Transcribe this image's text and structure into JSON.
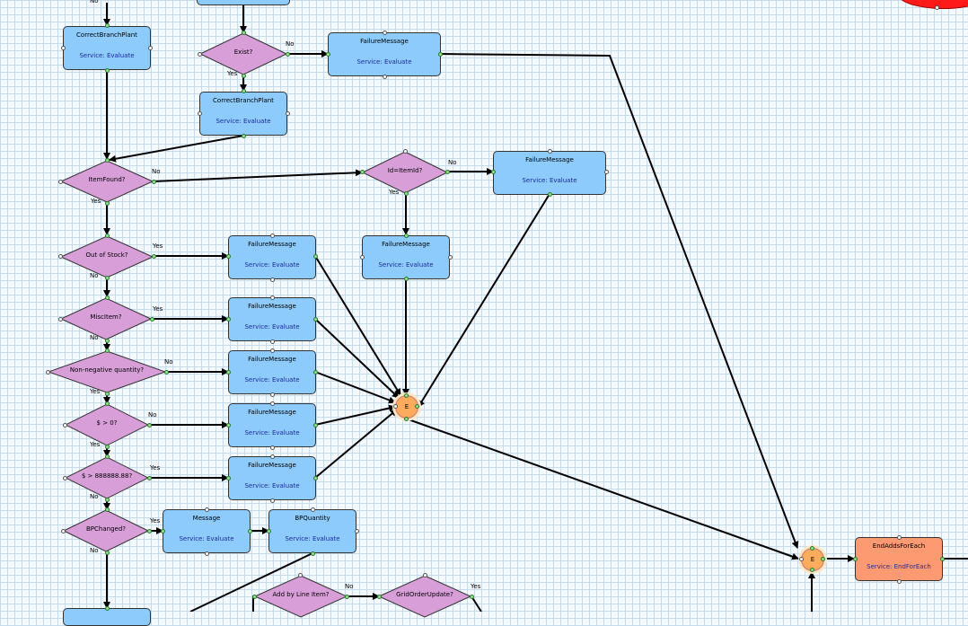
{
  "nodes": {
    "correct1": {
      "title": "CorrectBranchPlant",
      "service": "Service: Evaluate"
    },
    "correct2": {
      "title": "CorrectBranchPlant",
      "service": "Service: Evaluate"
    },
    "fail_exist": {
      "title": "FailureMessage",
      "service": "Service: Evaluate"
    },
    "fail_id": {
      "title": "FailureMessage",
      "service": "Service: Evaluate"
    },
    "fail_idyes": {
      "title": "FailureMessage",
      "service": "Service: Evaluate"
    },
    "fail_stock": {
      "title": "FailureMessage",
      "service": "Service: Evaluate"
    },
    "fail_misc": {
      "title": "FailureMessage",
      "service": "Service: Evaluate"
    },
    "fail_nonneg": {
      "title": "FailureMessage",
      "service": "Service: Evaluate"
    },
    "fail_gt0": {
      "title": "FailureMessage",
      "service": "Service: Evaluate"
    },
    "fail_max": {
      "title": "FailureMessage",
      "service": "Service: Evaluate"
    },
    "message": {
      "title": "Message",
      "service": "Service: Evaluate"
    },
    "bpquantity": {
      "title": "BPQuantity",
      "service": "Service: Evaluate"
    },
    "endadds": {
      "title": "EndAddsForEach",
      "service": "Service:  EndForEach"
    }
  },
  "decisions": {
    "exist": "Exist?",
    "itemfound": "ItemFound?",
    "idcheck": "Id=ItemId?",
    "outofstock": "Out of Stock?",
    "miscitem": "MiscItem?",
    "nonneg": "Non-negative  quantity?",
    "gt0": "$ > 0?",
    "max": "$ >  888888.88?",
    "bpchanged": "BPChanged?",
    "addbyline": "Add by Line Item?",
    "gridorder": "GridOrderUpdate?"
  },
  "junctions": {
    "e1": "E",
    "e2": "E"
  },
  "edge_labels": {
    "top_no": "No",
    "exist_no": "No",
    "exist_yes": "Yes",
    "itemfound_no": "No",
    "itemfound_yes": "Yes",
    "idcheck_no": "No",
    "idcheck_yes": "Yes",
    "stock_yes": "Yes",
    "stock_no": "No",
    "misc_yes": "Yes",
    "misc_no": "No",
    "nonneg_no": "No",
    "nonneg_yes": "Yes",
    "gt0_no": "No",
    "gt0_yes": "Yes",
    "max_yes": "Yes",
    "max_no": "No",
    "bp_yes": "Yes",
    "bp_no": "No",
    "addbyline_no": "No",
    "grid_yes": "Yes"
  },
  "colors": {
    "service_fill": "#8ccbfb",
    "decision_fill": "#d79ed8",
    "junction_fill": "#fdab5c",
    "end_fill": "#fd9a72",
    "terminal_red": "#ff1a1a",
    "grid": "#c6dcec"
  }
}
